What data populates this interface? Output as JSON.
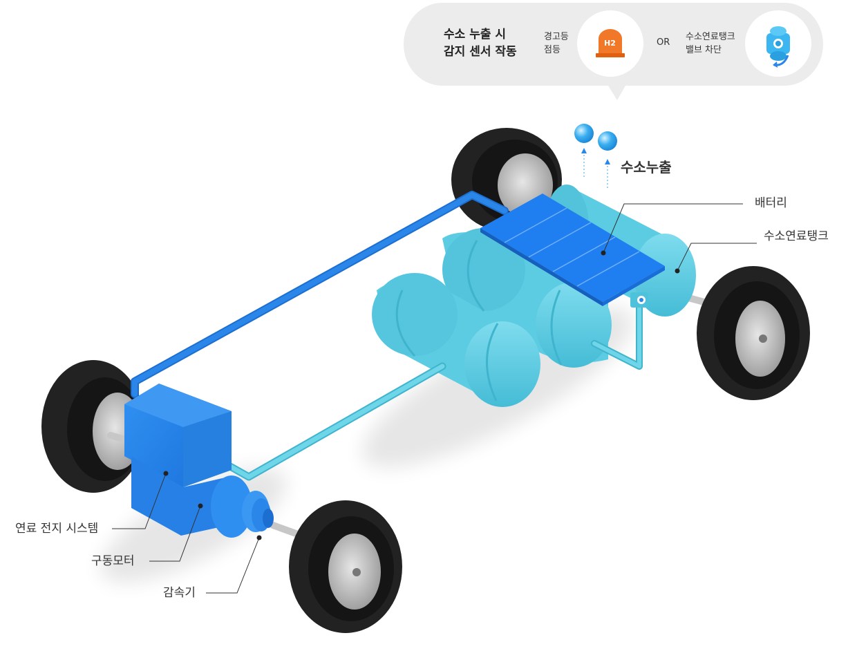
{
  "callout": {
    "title_line1": "수소 누출 시",
    "title_line2": "감지 센서 작동",
    "warning_line1": "경고등",
    "warning_line2": "점등",
    "warning_icon_text": "H2",
    "or_text": "OR",
    "valve_line1": "수소연료탱크",
    "valve_line2": "밸브 차단"
  },
  "labels": {
    "leak": "수소누출",
    "battery": "배터리",
    "tank": "수소연료탱크",
    "fuel_cell": "연료 전지 시스템",
    "motor": "구동모터",
    "reducer": "감속기"
  },
  "colors": {
    "bubble": "#ececec",
    "tank": "#5ccce3",
    "tank_dark": "#3fb4cc",
    "blue": "#2a86e8",
    "blue_dark": "#1c6fd1",
    "battery": "#1f7ff0",
    "tire": "#222222",
    "rim": "#b8b8b8",
    "warning": "#f07828"
  }
}
